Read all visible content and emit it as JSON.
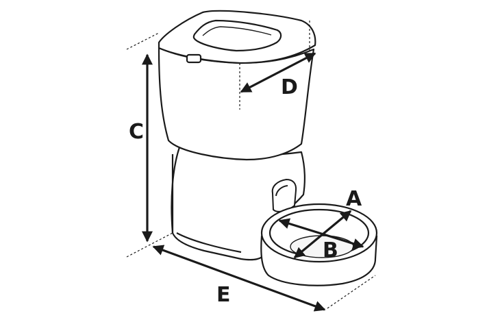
{
  "diagram": {
    "labels": {
      "A": "A",
      "B": "B",
      "C": "C",
      "D": "D",
      "E": "E"
    },
    "colors": {
      "stroke": "#1a1a1a",
      "fill": "#ffffff",
      "inner_fill": "#f6f6f6"
    }
  }
}
